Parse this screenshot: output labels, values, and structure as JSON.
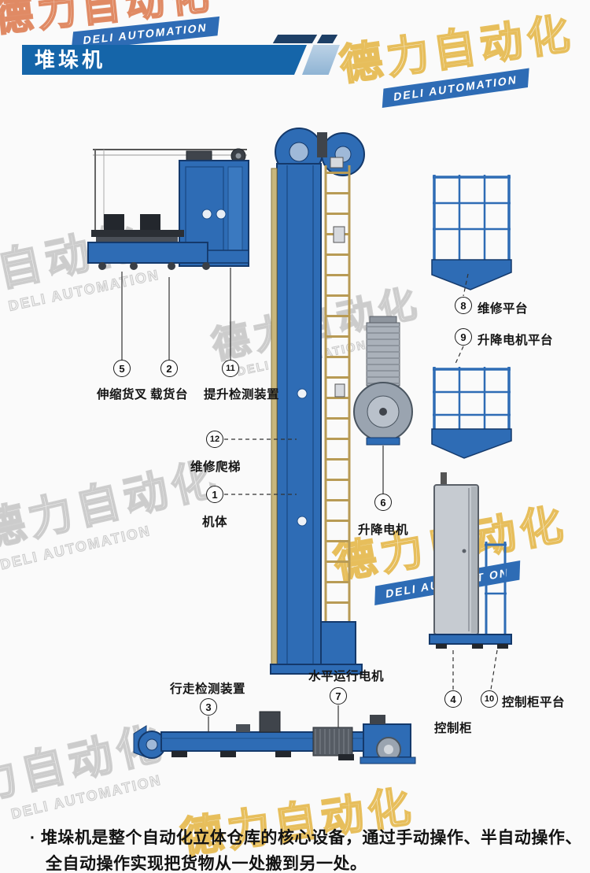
{
  "header": {
    "title": "堆垛机"
  },
  "watermark": {
    "cn": "德力自动化",
    "en": "DELI AUTOMATION"
  },
  "callouts": [
    {
      "num": "5",
      "label": "伸缩货叉"
    },
    {
      "num": "2",
      "label": "载货台"
    },
    {
      "num": "11",
      "label": "提升检测装置"
    },
    {
      "num": "12",
      "label": "维修爬梯"
    },
    {
      "num": "1",
      "label": "机体"
    },
    {
      "num": "8",
      "label": "维修平台"
    },
    {
      "num": "9",
      "label": "升降电机平台"
    },
    {
      "num": "6",
      "label": "升降电机"
    },
    {
      "num": "3",
      "label": "行走检测装置"
    },
    {
      "num": "7",
      "label": "水平运行电机"
    },
    {
      "num": "4",
      "label": "控制柜"
    },
    {
      "num": "10",
      "label": "控制柜平台"
    }
  ],
  "footer": {
    "description": "· 堆垛机是整个自动化立体仓库的核心设备，通过手动操作、半自动操作、全自动操作实现把货物从一处搬到另一处。"
  },
  "colors": {
    "banner_blue": "#1565a9",
    "machine_blue": "#2e6cb5",
    "machine_navy": "#14396b",
    "ladder_tan": "#b89b55",
    "watermark_yellow": "#e2b23a",
    "watermark_gray": "#a5a5a5"
  }
}
